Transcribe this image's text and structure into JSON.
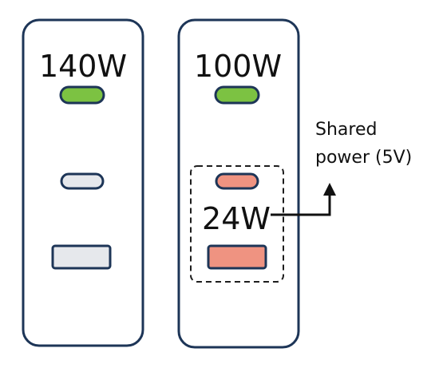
{
  "chargers": [
    {
      "wattage": "140W",
      "ports": [
        {
          "type": "usb-c",
          "state": "high-power"
        },
        {
          "type": "usb-c",
          "state": "unused"
        },
        {
          "type": "usb-a",
          "state": "unused"
        }
      ]
    },
    {
      "wattage": "100W",
      "ports": [
        {
          "type": "usb-c",
          "state": "high-power"
        },
        {
          "type": "usb-c",
          "state": "shared"
        },
        {
          "type": "usb-a",
          "state": "shared"
        }
      ],
      "shared_group": {
        "wattage": "24W",
        "note_lines": [
          "Shared",
          "power (5V)"
        ]
      }
    }
  ],
  "colors": {
    "outline": "#1d3557",
    "high_power": "#7cc242",
    "unused": "#e6e8ec",
    "shared": "#ef9381",
    "text": "#111111",
    "arrow": "#111111"
  }
}
